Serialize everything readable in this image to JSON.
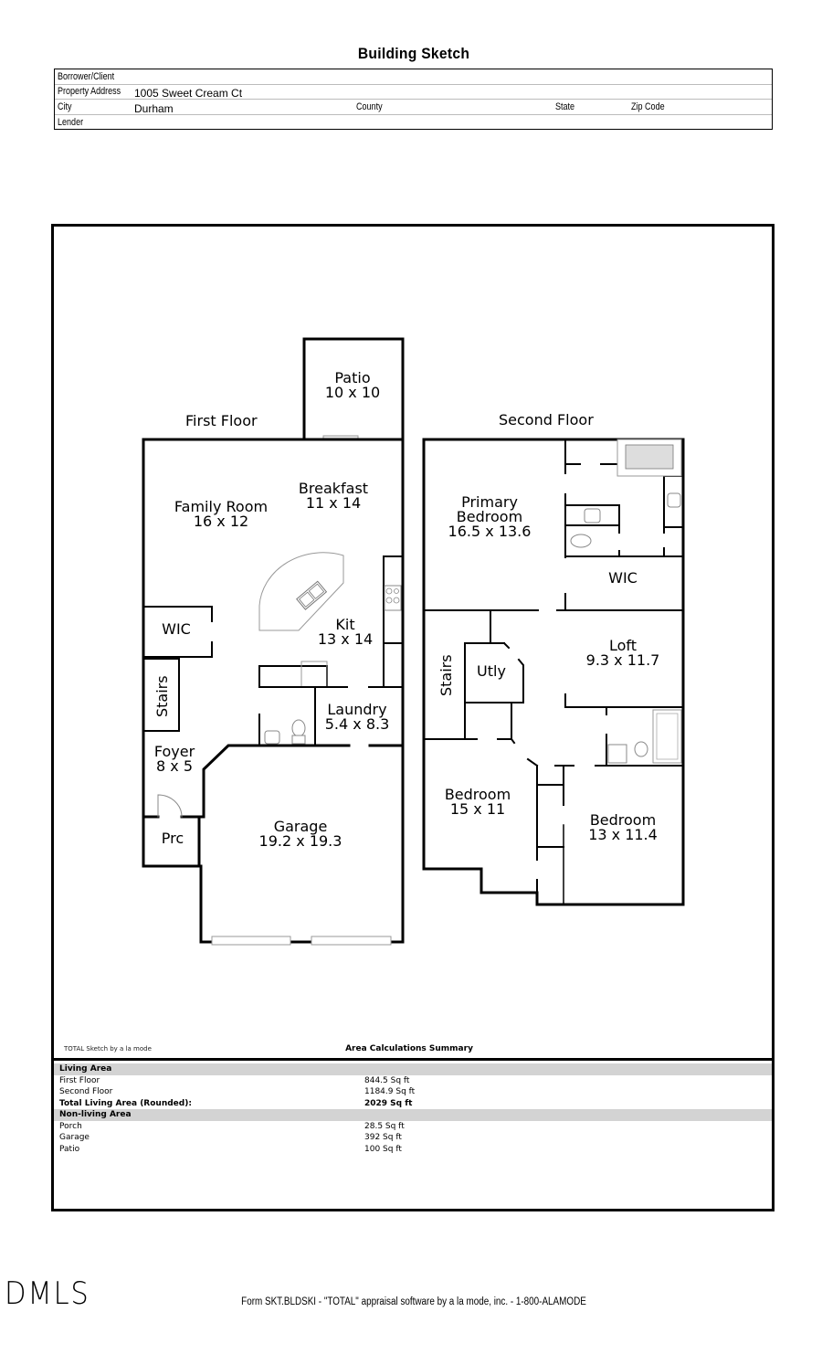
{
  "page": {
    "title": "Building Sketch"
  },
  "header": {
    "borrower_label": "Borrower/Client",
    "borrower_value": "",
    "address_label": "Property Address",
    "address_value": "1005 Sweet Cream Ct",
    "city_label": "City",
    "city_value": "Durham",
    "county_label": "County",
    "state_label": "State",
    "zip_label": "Zip Code",
    "lender_label": "Lender"
  },
  "first_floor": {
    "title": "First Floor",
    "rooms": {
      "patio": {
        "name": "Patio",
        "dims": "10 x 10"
      },
      "family_room": {
        "name": "Family Room",
        "dims": "16 x 12"
      },
      "breakfast": {
        "name": "Breakfast",
        "dims": "11 x 14"
      },
      "wic": {
        "name": "WIC"
      },
      "kitchen": {
        "name": "Kit",
        "dims": "13 x 14"
      },
      "stairs": {
        "name": "Stairs"
      },
      "laundry": {
        "name": "Laundry",
        "dims": "5.4 x 8.3"
      },
      "foyer": {
        "name": "Foyer",
        "dims": "8 x 5"
      },
      "porch": {
        "name": "Prc"
      },
      "garage": {
        "name": "Garage",
        "dims": "19.2 x 19.3"
      }
    }
  },
  "second_floor": {
    "title": "Second Floor",
    "rooms": {
      "primary_bedroom": {
        "name_line1": "Primary",
        "name_line2": "Bedroom",
        "dims": "16.5 x 13.6"
      },
      "wic": {
        "name": "WIC"
      },
      "loft": {
        "name": "Loft",
        "dims": "9.3 x 11.7"
      },
      "stairs": {
        "name": "Stairs"
      },
      "utility": {
        "name": "Utly"
      },
      "bedroom2": {
        "name": "Bedroom",
        "dims": "15 x 11"
      },
      "bedroom3": {
        "name": "Bedroom",
        "dims": "13 x 11.4"
      }
    }
  },
  "sketch_credit": "TOTAL Sketch by a la mode",
  "summary": {
    "title": "Area Calculations Summary",
    "living_header": "Living Area",
    "living_rows": [
      {
        "label": "First Floor",
        "value": "844.5 Sq ft"
      },
      {
        "label": "Second Floor",
        "value": "1184.9 Sq ft"
      }
    ],
    "total_label": "Total Living Area (Rounded):",
    "total_value": "2029 Sq ft",
    "nonliving_header": "Non-living Area",
    "nonliving_rows": [
      {
        "label": "Porch",
        "value": "28.5 Sq ft"
      },
      {
        "label": "Garage",
        "value": "392 Sq ft"
      },
      {
        "label": "Patio",
        "value": "100 Sq ft"
      }
    ]
  },
  "footer": {
    "form_text": "Form SKT.BLDSKI - \"TOTAL\" appraisal software by a la mode, inc. - 1-800-ALAMODE",
    "logo_text": "DMLS"
  }
}
